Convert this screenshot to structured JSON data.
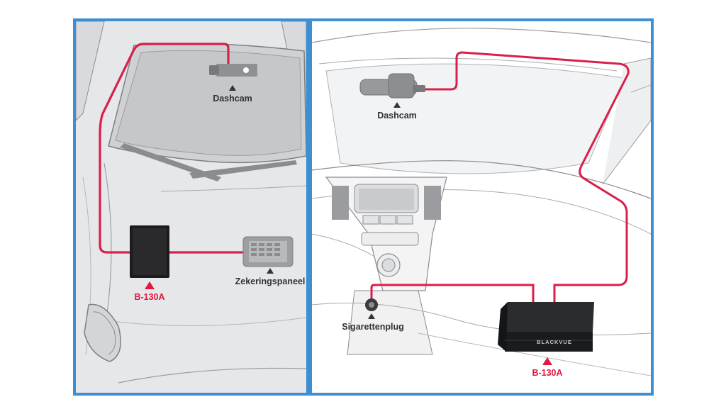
{
  "left": {
    "dashcam_label": "Dashcam",
    "box_label": "B-130A",
    "fuse_label": "Zekeringspaneel"
  },
  "right": {
    "dashcam_label": "Dashcam",
    "socket_label": "Sigarettenplug",
    "box_label": "B-130A",
    "brand": "BLACKVUE"
  },
  "colors": {
    "frame": "#3d8fd4",
    "cable": "#d8204a",
    "label_dark": "#333333",
    "label_red": "#e4173e"
  }
}
